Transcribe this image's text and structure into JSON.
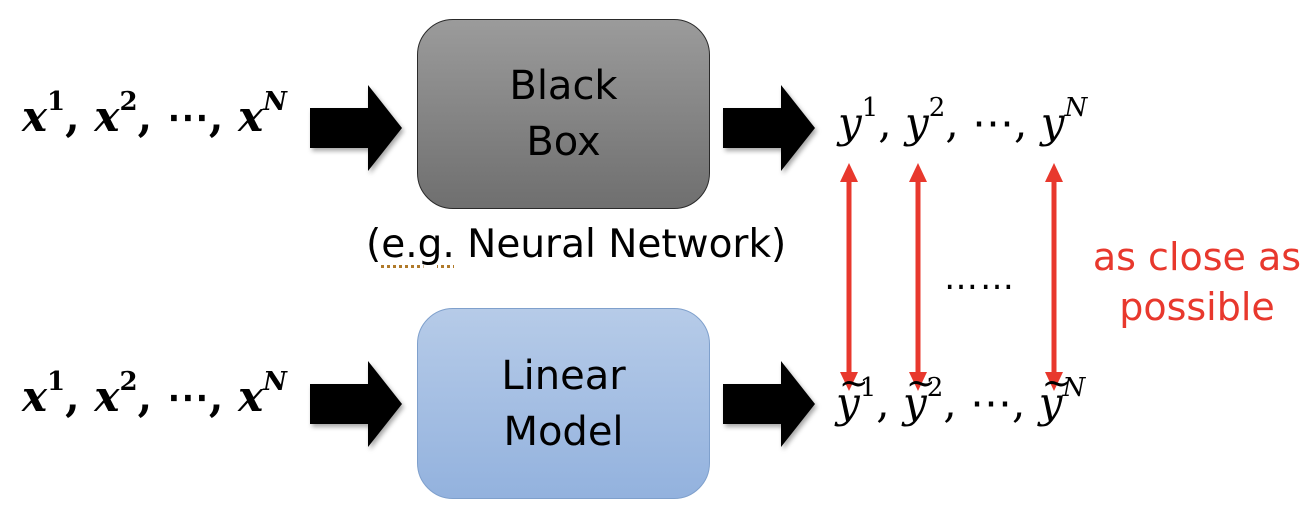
{
  "inputs": {
    "top": {
      "base": "x",
      "sup1": "1",
      "sup2": "2",
      "supN": "N",
      "sep": ",",
      "ellipsis": "⋯"
    },
    "bottom": {
      "base": "x",
      "sup1": "1",
      "sup2": "2",
      "supN": "N",
      "sep": ",",
      "ellipsis": "⋯"
    }
  },
  "black_box": {
    "line1": "Black",
    "line2": "Box",
    "caption_prefix": "(",
    "caption_eg": "e.g.",
    "caption_rest": " Neural Network)"
  },
  "linear_model": {
    "line1": "Linear",
    "line2": "Model"
  },
  "outputs": {
    "top": {
      "base": "y",
      "sup1": "1",
      "sup2": "2",
      "supN": "N",
      "sep": ",",
      "ellipsis": "⋯"
    },
    "bottom": {
      "base": "y",
      "sup1": "1",
      "sup2": "2",
      "supN": "N",
      "sep": ",",
      "ellipsis": "⋯",
      "accent": "tilde"
    }
  },
  "comparison": {
    "dots": "……",
    "label_line1": "as close as",
    "label_line2": "possible",
    "color": "#e8382d"
  },
  "colors": {
    "black_box_fill": "#858585",
    "linear_box_fill": "#a6c0e4",
    "arrow": "#000000"
  }
}
